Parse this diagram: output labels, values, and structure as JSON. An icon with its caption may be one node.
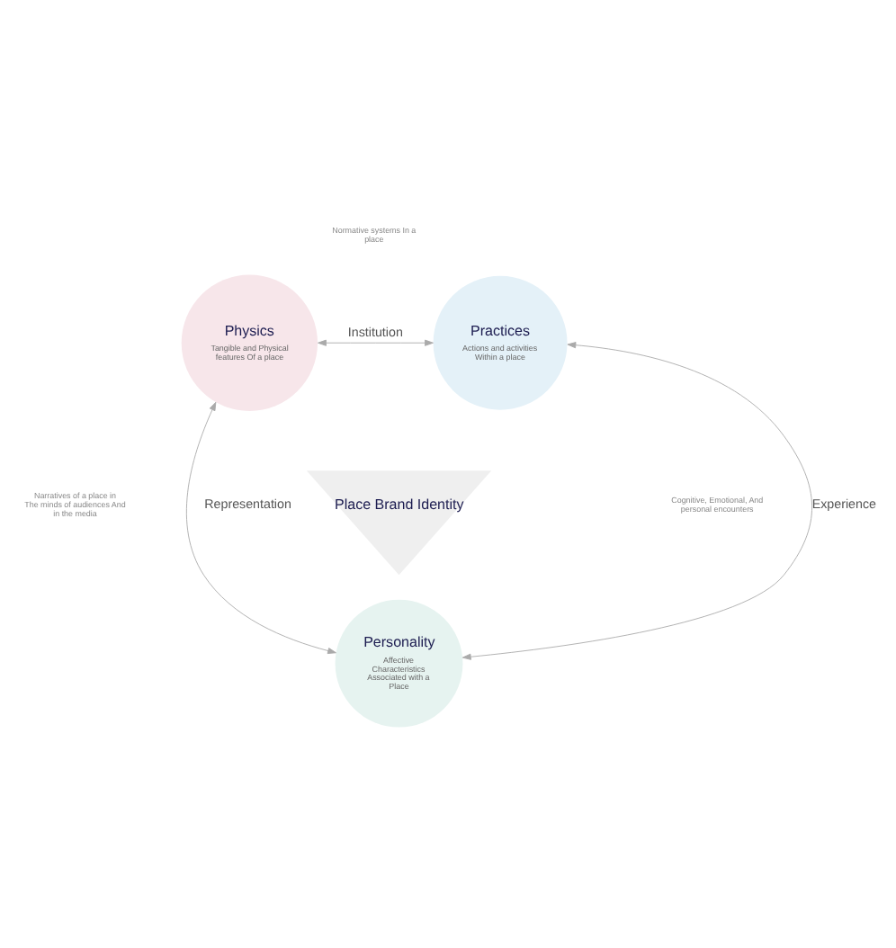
{
  "diagram": {
    "nodes": [
      {
        "text": [
          "Physics",
          "Tangible and Physical features Of a place"
        ]
      },
      {
        "text": [
          "Practices",
          "Actions and activities Within a place"
        ]
      },
      {
        "text": [
          "Place Brand Identity"
        ]
      },
      {
        "text": [
          "Personality",
          "Affective Characteristics Associated with a Place"
        ]
      }
    ],
    "edges": [
      {
        "from": 0,
        "to": 1,
        "arrow": "both",
        "label": "Institution"
      },
      {
        "from": 0,
        "to": 3,
        "arrow": "both",
        "label": "Representation"
      },
      {
        "from": 1,
        "to": 3,
        "arrow": "both",
        "label": "Experience"
      }
    ],
    "labels": [
      "Normative systems In a place",
      "Narratives of a place in The minds of audiences And in the media",
      "Cognitive, Emotional, And personal encounters"
    ]
  }
}
